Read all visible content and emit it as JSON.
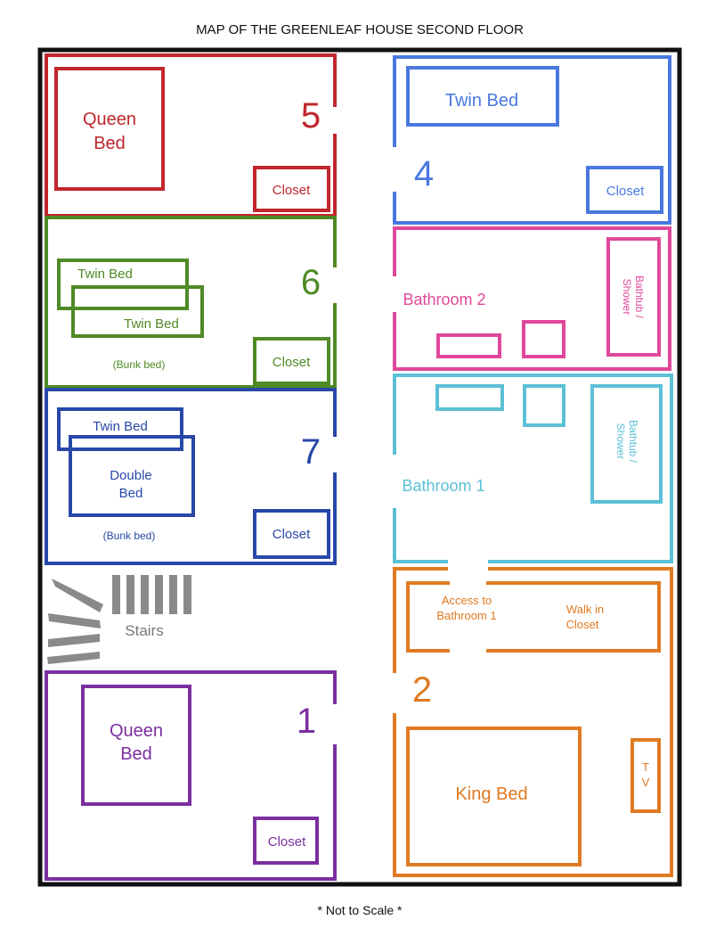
{
  "title": "MAP OF THE GREENLEAF HOUSE SECOND FLOOR",
  "footer": "* Not to Scale *",
  "colors": {
    "outline": "#111111",
    "room5": "#c0262c",
    "room4": "#4a78e0",
    "room6": "#4f8a25",
    "bath2": "#e0489a",
    "room7": "#2848a8",
    "bath1": "#5bc0d6",
    "room2": "#e07a22",
    "room1": "#7b2fa0",
    "stairs": "#8a8a8a"
  },
  "rooms": {
    "room5": {
      "number": "5",
      "bed_line1": "Queen",
      "bed_line2": "Bed",
      "closet": "Closet"
    },
    "room4": {
      "number": "4",
      "bed": "Twin Bed",
      "closet": "Closet"
    },
    "room6": {
      "number": "6",
      "bed_top": "Twin Bed",
      "bed_bottom": "Twin Bed",
      "note": "(Bunk bed)",
      "closet": "Closet"
    },
    "bath2": {
      "label": "Bathroom 2",
      "tub_line1": "Bathtub /",
      "tub_line2": "Shower"
    },
    "room7": {
      "number": "7",
      "bed_top": "Twin Bed",
      "bed_bottom_line1": "Double",
      "bed_bottom_line2": "Bed",
      "note": "(Bunk bed)",
      "closet": "Closet"
    },
    "bath1": {
      "label": "Bathroom 1",
      "tub_line1": "Bathtub /",
      "tub_line2": "Shower"
    },
    "room2": {
      "number": "2",
      "access_line1": "Access to",
      "access_line2": "Bathroom 1",
      "walkin_line1": "Walk in",
      "walkin_line2": "Closet",
      "bed": "King Bed",
      "tv_line1": "T",
      "tv_line2": "V"
    },
    "room1": {
      "number": "1",
      "bed_line1": "Queen",
      "bed_line2": "Bed",
      "closet": "Closet"
    },
    "stairs": {
      "label": "Stairs"
    }
  }
}
